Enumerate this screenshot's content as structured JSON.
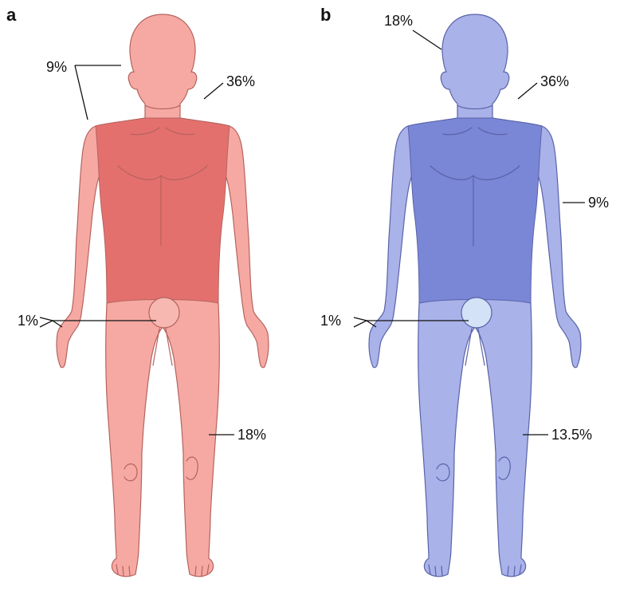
{
  "panels": [
    {
      "letter": "a",
      "colors": {
        "light": "#f6a9a3",
        "trunk": "#e4706e",
        "outline": "#b5635e",
        "pelvis": "#f7b8b2"
      },
      "labels": {
        "head_arm": "9%",
        "trunk": "36%",
        "perineum": "1%",
        "leg": "18%"
      }
    },
    {
      "letter": "b",
      "colors": {
        "light": "#a9b2e9",
        "trunk": "#7a86d6",
        "outline": "#5a63a8",
        "pelvis": "#d3e2f7"
      },
      "labels": {
        "head": "18%",
        "trunk": "36%",
        "arm": "9%",
        "perineum": "1%",
        "leg": "13.5%"
      }
    }
  ]
}
